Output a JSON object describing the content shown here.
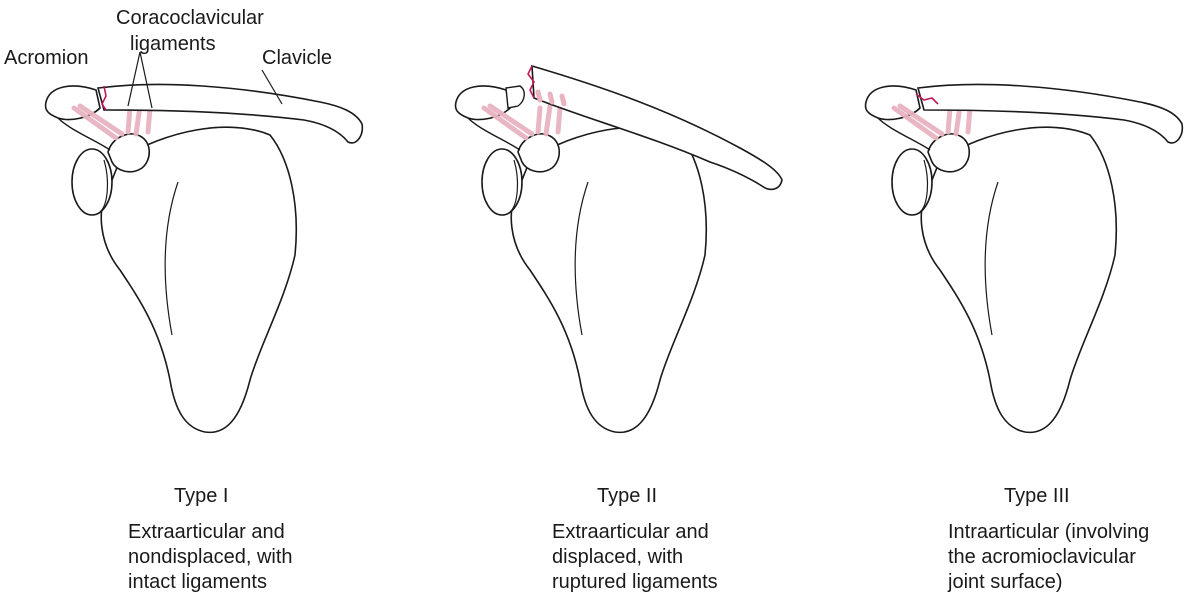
{
  "labels": {
    "acromion": "Acromion",
    "coracoclavicular_line1": "Coracoclavicular",
    "coracoclavicular_line2": "ligaments",
    "clavicle": "Clavicle"
  },
  "panels": [
    {
      "title": "Type I",
      "desc": [
        "Extraarticular and",
        "nondisplaced, with",
        "intact ligaments"
      ]
    },
    {
      "title": "Type II",
      "desc": [
        "Extraarticular and",
        "displaced, with",
        "ruptured ligaments"
      ]
    },
    {
      "title": "Type III",
      "desc": [
        "Intraarticular (involving",
        "the acromioclavicular",
        "joint surface)"
      ]
    }
  ],
  "colors": {
    "outline": "#1a1a1a",
    "ligament": "#e8b4c0",
    "fracture": "#c2185b",
    "fill": "#ffffff"
  }
}
